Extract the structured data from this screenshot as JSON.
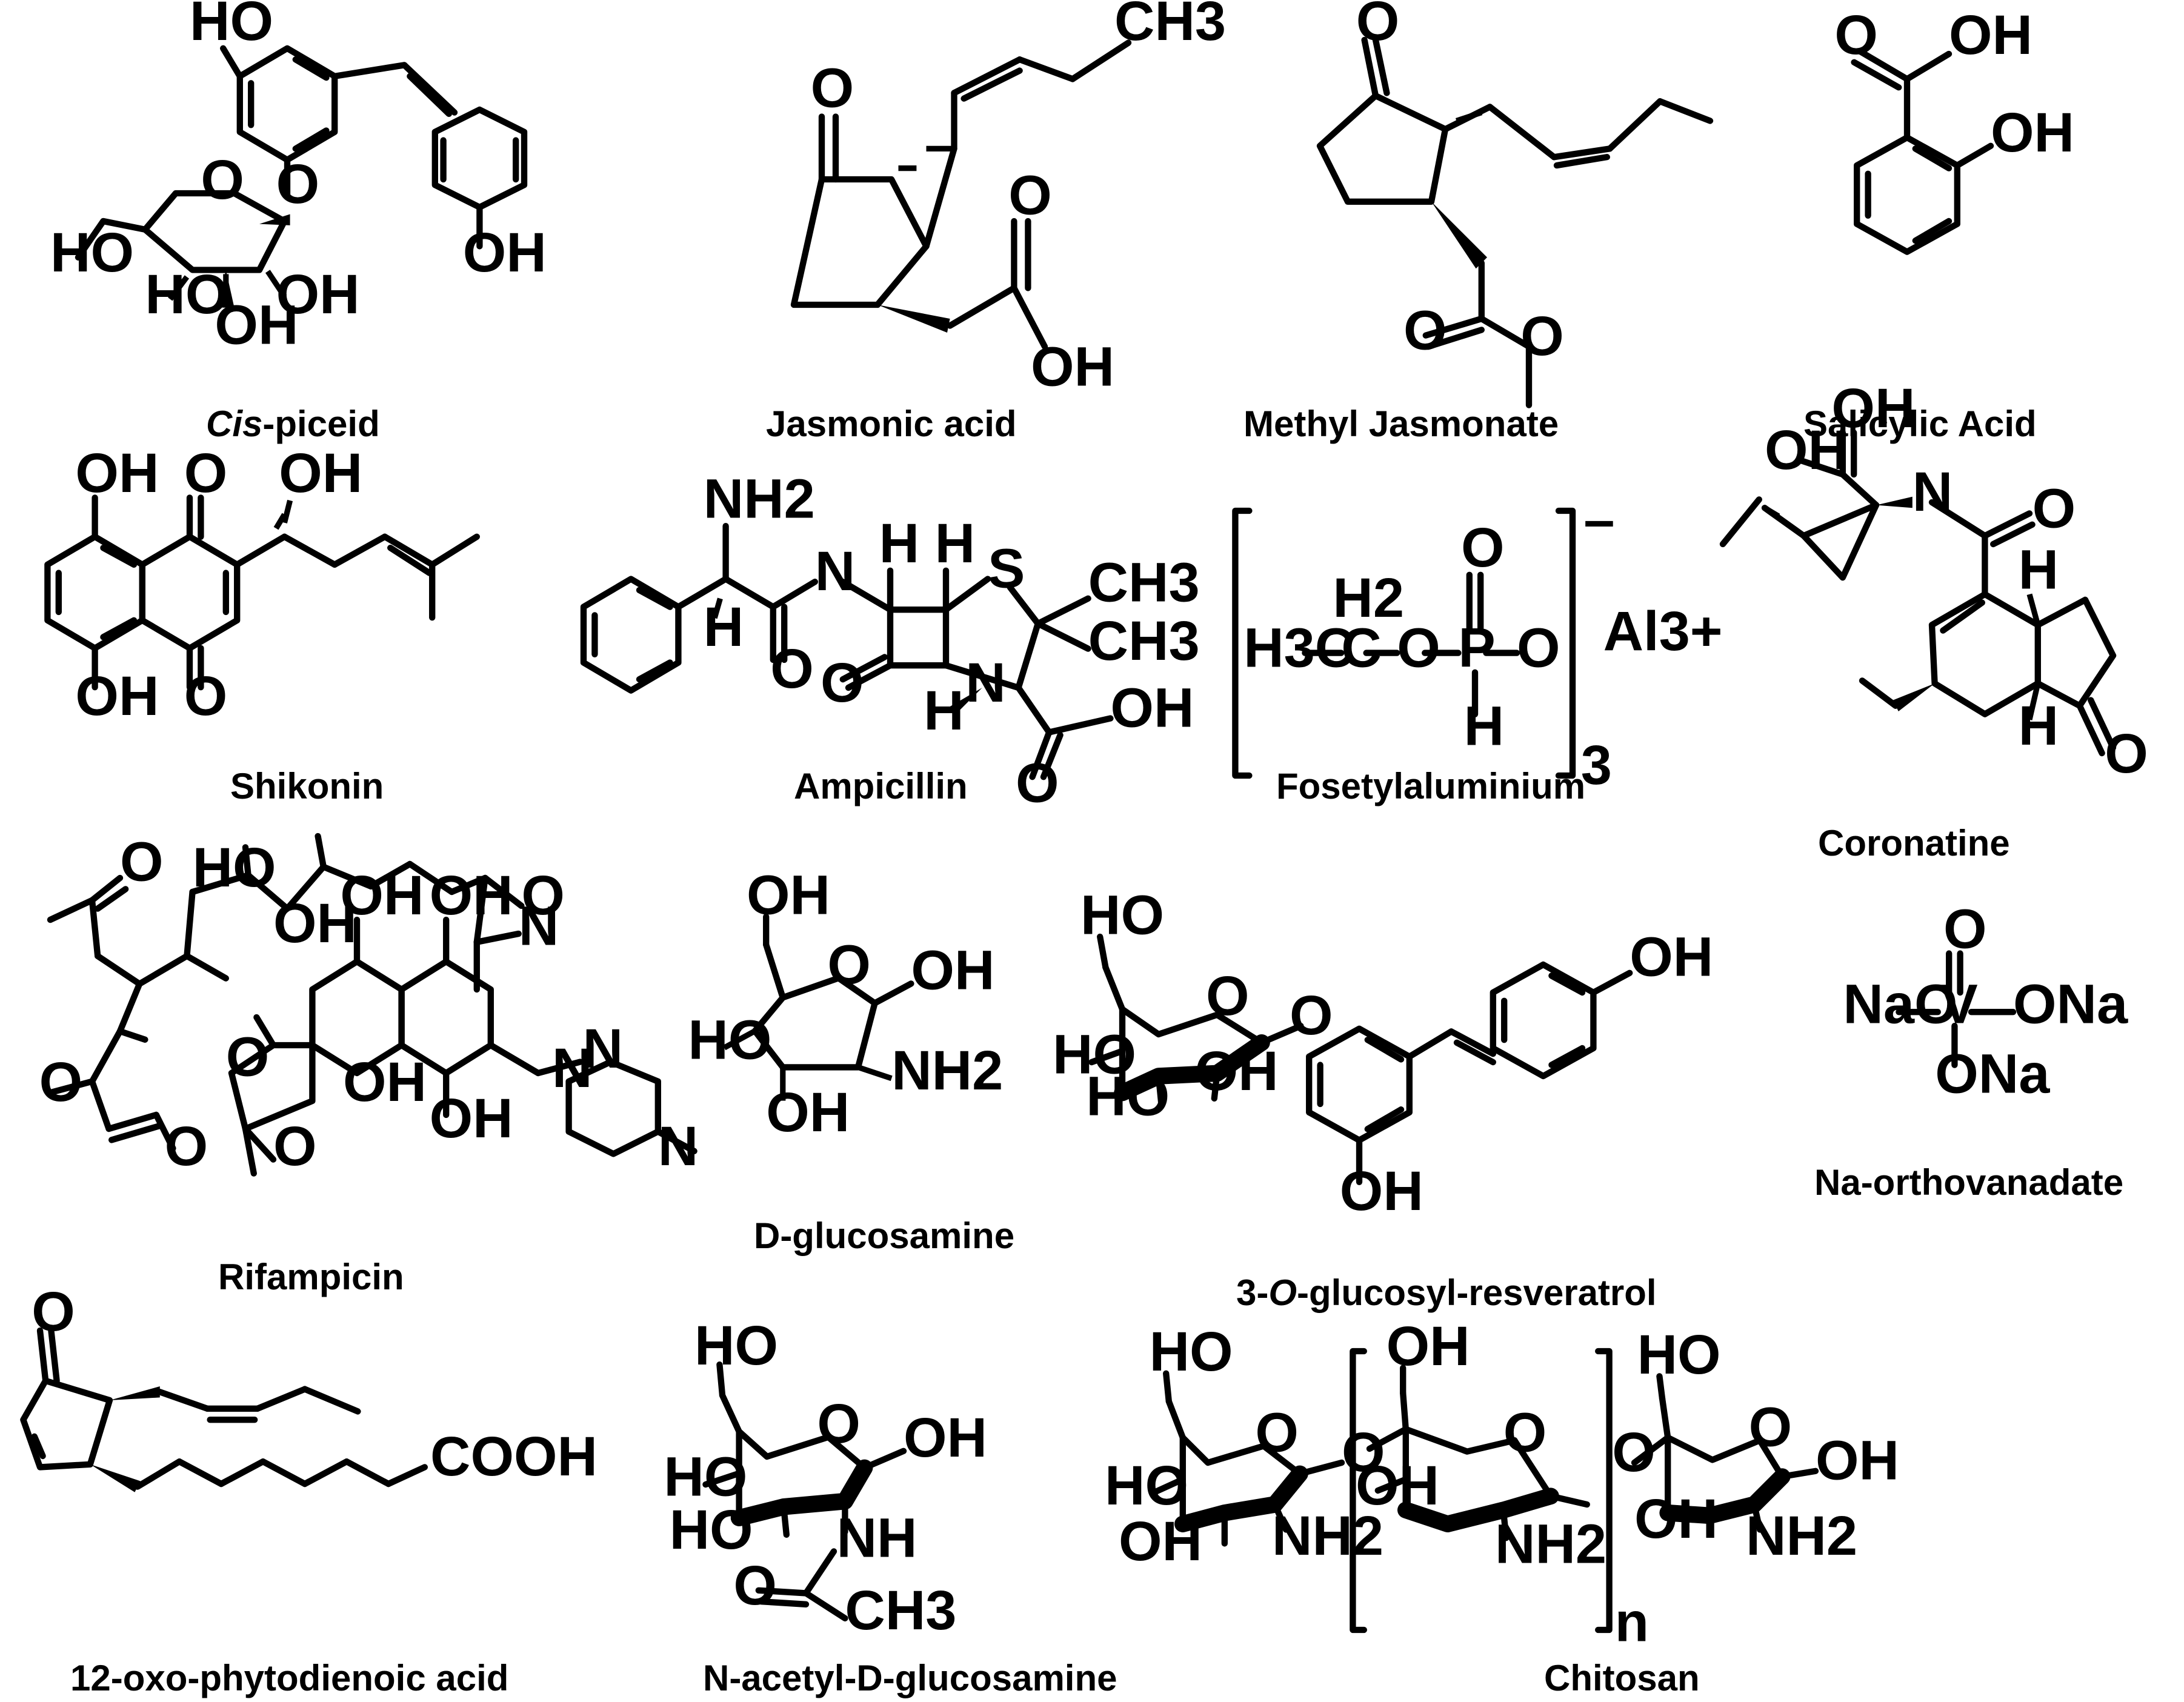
{
  "figure": {
    "compounds": [
      {
        "id": "cis-piceid",
        "name_italic": "Cis",
        "name_rest": "-piceid",
        "atoms": [
          "HO",
          "O",
          "O",
          "HO",
          "HO",
          "OH",
          "OH",
          "OH"
        ]
      },
      {
        "id": "jasmonic-acid",
        "name": "Jasmonic  acid",
        "atoms": [
          "O",
          "O",
          "OH",
          "CH3"
        ]
      },
      {
        "id": "methyl-jasmonate",
        "name": "Methyl Jasmonate",
        "atoms": [
          "O",
          "O",
          "O"
        ]
      },
      {
        "id": "salicylic-acid",
        "name": "Salicylic Acid",
        "atoms": [
          "O",
          "OH",
          "OH"
        ]
      },
      {
        "id": "shikonin",
        "name": "Shikonin",
        "atoms": [
          "OH",
          "O",
          "OH",
          "OH",
          "O"
        ]
      },
      {
        "id": "ampicillin",
        "name": "Ampicillin",
        "atoms": [
          "NH2",
          "H",
          "O",
          "N",
          "H",
          "H",
          "S",
          "CH3",
          "CH3",
          "O",
          "N",
          "H",
          "OH",
          "O"
        ]
      },
      {
        "id": "fosetylaluminium",
        "name": "Fosetylaluminium",
        "atoms": [
          "H2",
          "H3C",
          "C",
          "O",
          "P",
          "O",
          "O",
          "H",
          "–",
          "3",
          "Al3+"
        ]
      },
      {
        "id": "coronatine",
        "name": "Coronatine",
        "atoms": [
          "OH",
          "OH",
          "N",
          "O",
          "H",
          "H",
          "O"
        ]
      },
      {
        "id": "rifampicin",
        "name": "Rifampicin",
        "atoms": [
          "O",
          "HO",
          "OH",
          "OH",
          "OH",
          "N",
          "O",
          "O",
          "O",
          "O",
          "OH",
          "N",
          "N",
          "N",
          "OH",
          "O"
        ]
      },
      {
        "id": "d-glucosamine",
        "name": "D-glucosamine",
        "atoms": [
          "OH",
          "O",
          "OH",
          "HO",
          "NH2",
          "OH"
        ]
      },
      {
        "id": "glucosyl-resveratrol",
        "name_pre": "3-",
        "name_italic": "O",
        "name_rest": "-glucosyl-resveratrol",
        "atoms": [
          "HO",
          "O",
          "O",
          "HO",
          "HO",
          "OH",
          "OH",
          "OH"
        ]
      },
      {
        "id": "na-orthovanadate",
        "name": "Na-orthovanadate",
        "atoms": [
          "O",
          "NaO",
          "V",
          "ONa",
          "ONa"
        ]
      },
      {
        "id": "12-opda",
        "name": "12-oxo-phytodienoic acid",
        "atoms": [
          "O",
          "COOH"
        ]
      },
      {
        "id": "n-acetyl-d-glucosamine",
        "name": "N-acetyl-D-glucosamine",
        "atoms": [
          "HO",
          "O",
          "OH",
          "HO",
          "HO",
          "NH",
          "O",
          "CH3"
        ]
      },
      {
        "id": "chitosan",
        "name": "Chitosan",
        "atoms": [
          "HO",
          "O",
          "HO",
          "OH",
          "NH2",
          "O",
          "OH",
          "O",
          "OH",
          "NH2",
          "n",
          "O",
          "HO",
          "O",
          "OH",
          "OH",
          "NH2"
        ]
      }
    ]
  }
}
